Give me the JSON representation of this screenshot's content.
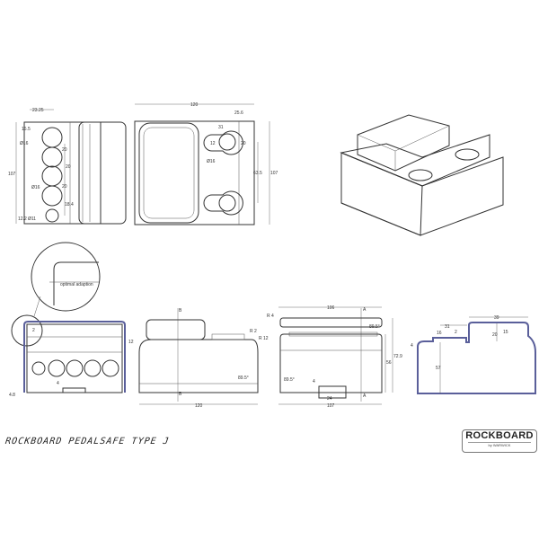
{
  "title": "ROCKBOARD PEDALSAFE TYPE J",
  "logo": {
    "main": "ROCKBOARD",
    "sub": "by WARWICK",
    "registered": "®"
  },
  "side_view": {
    "dims": [
      "23.25",
      "16.5",
      "Ø16",
      "20",
      "20",
      "20",
      "Ø16",
      "18.4",
      "12.2",
      "Ø11",
      "107"
    ]
  },
  "top_view": {
    "dims": [
      "120",
      "25.6",
      "31",
      "12",
      "20",
      "Ø16",
      "63.5",
      "107"
    ]
  },
  "detail": {
    "label": "optimal adaption"
  },
  "front_view": {
    "dims": [
      "2",
      "4.8",
      "4"
    ]
  },
  "side_view_2": {
    "dims": [
      "B",
      "B",
      "12",
      "R 2",
      "R 12",
      "89.5°",
      "120"
    ]
  },
  "back_view": {
    "dims": [
      "106",
      "R 4",
      "A",
      "A",
      "89.5°",
      "72.9",
      "56",
      "89.5°",
      "4",
      "24",
      "107"
    ]
  },
  "section_view": {
    "dims": [
      "39",
      "31",
      "16",
      "2",
      "20",
      "15",
      "57",
      "4"
    ]
  }
}
